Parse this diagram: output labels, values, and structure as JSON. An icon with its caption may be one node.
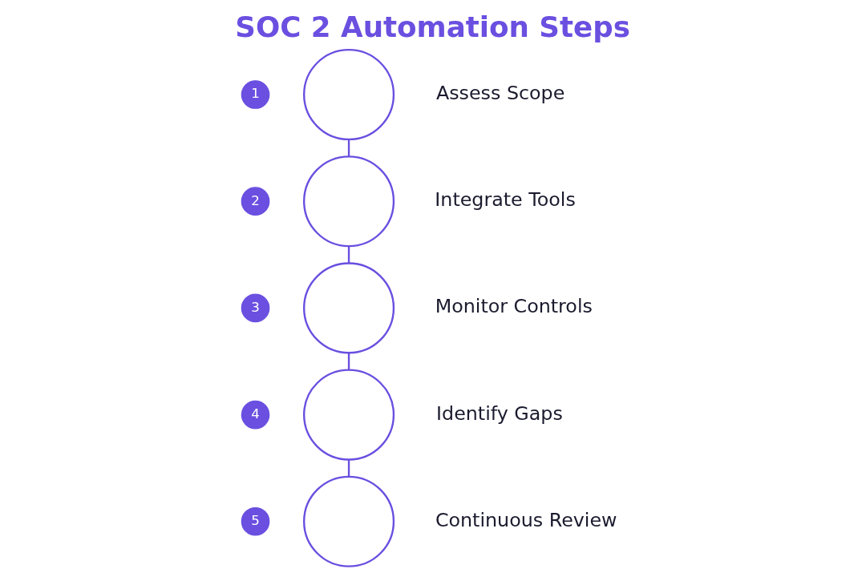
{
  "diagram": {
    "title": "SOC 2 Automation Steps",
    "nodes": [
      {
        "text": [
          "1"
        ]
      },
      {
        "text": [],
        "shape": "circle",
        "beside": [
          "Assess Scope"
        ]
      },
      {
        "text": [
          "2"
        ]
      },
      {
        "text": [],
        "shape": "circle",
        "beside": [
          "Integrate Tools"
        ]
      },
      {
        "text": [
          "3"
        ]
      },
      {
        "text": [],
        "shape": "circle",
        "beside": [
          "Monitor Controls"
        ]
      },
      {
        "text": [
          "4"
        ]
      },
      {
        "text": [],
        "shape": "circle",
        "beside": [
          "Identify Gaps"
        ]
      },
      {
        "text": [
          "5"
        ]
      },
      {
        "text": [],
        "shape": "circle",
        "beside": [
          "Continuous Review"
        ]
      }
    ],
    "edges": [
      {
        "from": 1,
        "to": 3,
        "arrow": "none"
      },
      {
        "from": 3,
        "to": 5,
        "arrow": "none"
      },
      {
        "from": 5,
        "to": 7,
        "arrow": "none"
      },
      {
        "from": 7,
        "to": 9,
        "arrow": "none"
      }
    ]
  }
}
